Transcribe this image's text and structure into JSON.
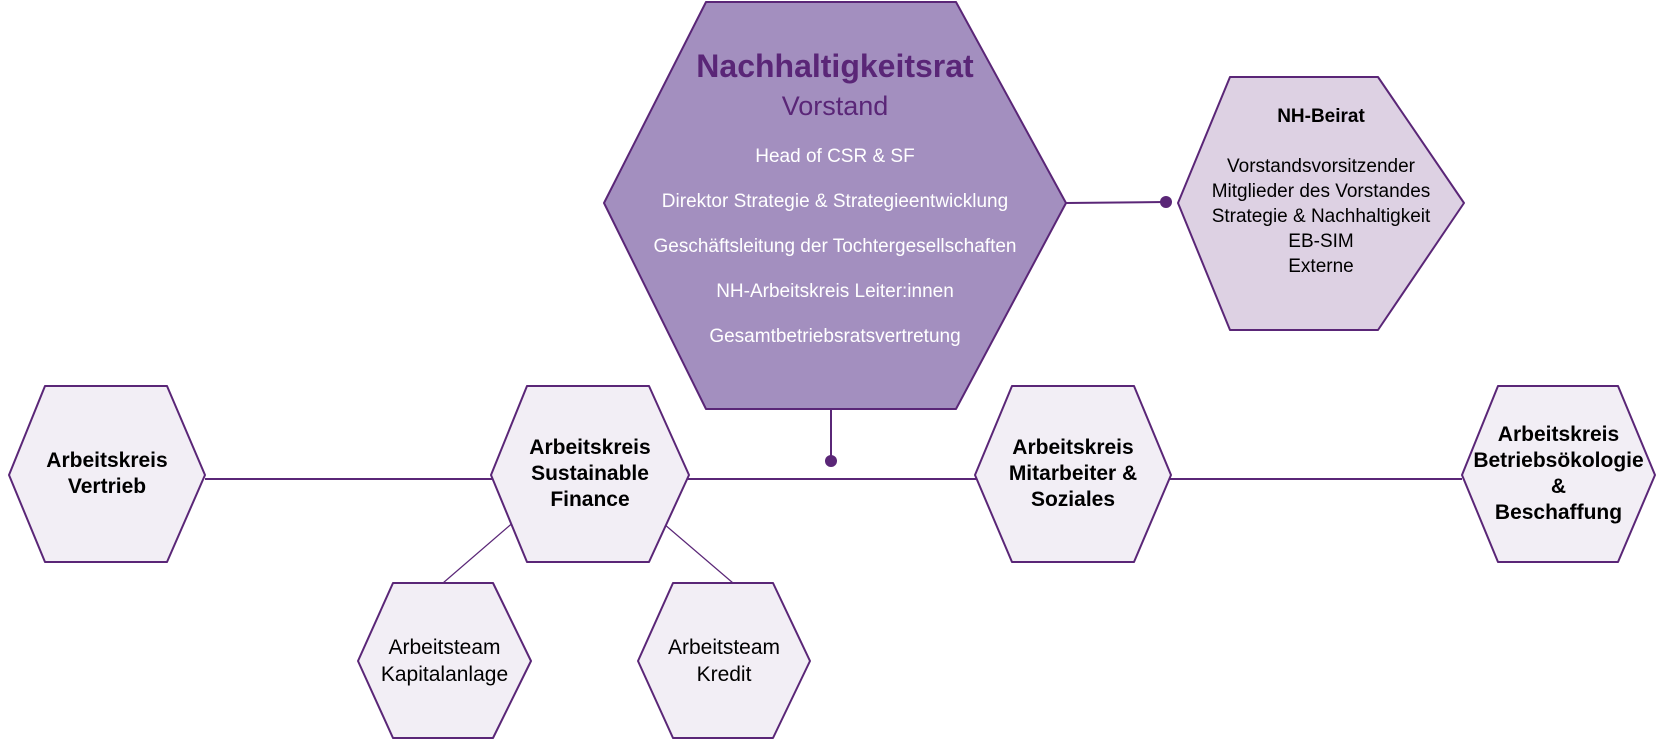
{
  "colors": {
    "outline": "#5a2677",
    "main_fill": "#a38fbf",
    "beirat_fill": "#ddd1e3",
    "node_fill": "#f2eef5",
    "title_text": "#5a2677",
    "inner_text": "#ffffff"
  },
  "nachhaltigkeitsrat": {
    "title": "Nachhaltigkeitsrat",
    "subtitle": "Vorstand",
    "members": [
      "Head of CSR & SF",
      "Direktor Strategie & Strategieentwicklung",
      "Geschäftsleitung der Tochtergesellschaften",
      "NH-Arbeitskreis Leiter:innen",
      "Gesamtbetriebsratsvertretung"
    ]
  },
  "nh_beirat": {
    "title": "NH-Beirat",
    "members": [
      "Vorstandsvorsitzender",
      "Mitglieder des Vorstandes",
      "Strategie & Nachhaltigkeit",
      "EB-SIM",
      "Externe"
    ]
  },
  "arbeitskreise": {
    "vertrieb": [
      "Arbeitskreis",
      "Vertrieb"
    ],
    "sustainable_finance": [
      "Arbeitskreis",
      "Sustainable",
      "Finance"
    ],
    "mitarbeiter": [
      "Arbeitskreis",
      "Mitarbeiter &",
      "Soziales"
    ],
    "betriebsoekologie": [
      "Arbeitskreis",
      "Betriebsökologie",
      "&",
      "Beschaffung"
    ]
  },
  "arbeitsteams": {
    "kapitalanlage": [
      "Arbeitsteam",
      "Kapitalanlage"
    ],
    "kredit": [
      "Arbeitsteam",
      "Kredit"
    ]
  }
}
